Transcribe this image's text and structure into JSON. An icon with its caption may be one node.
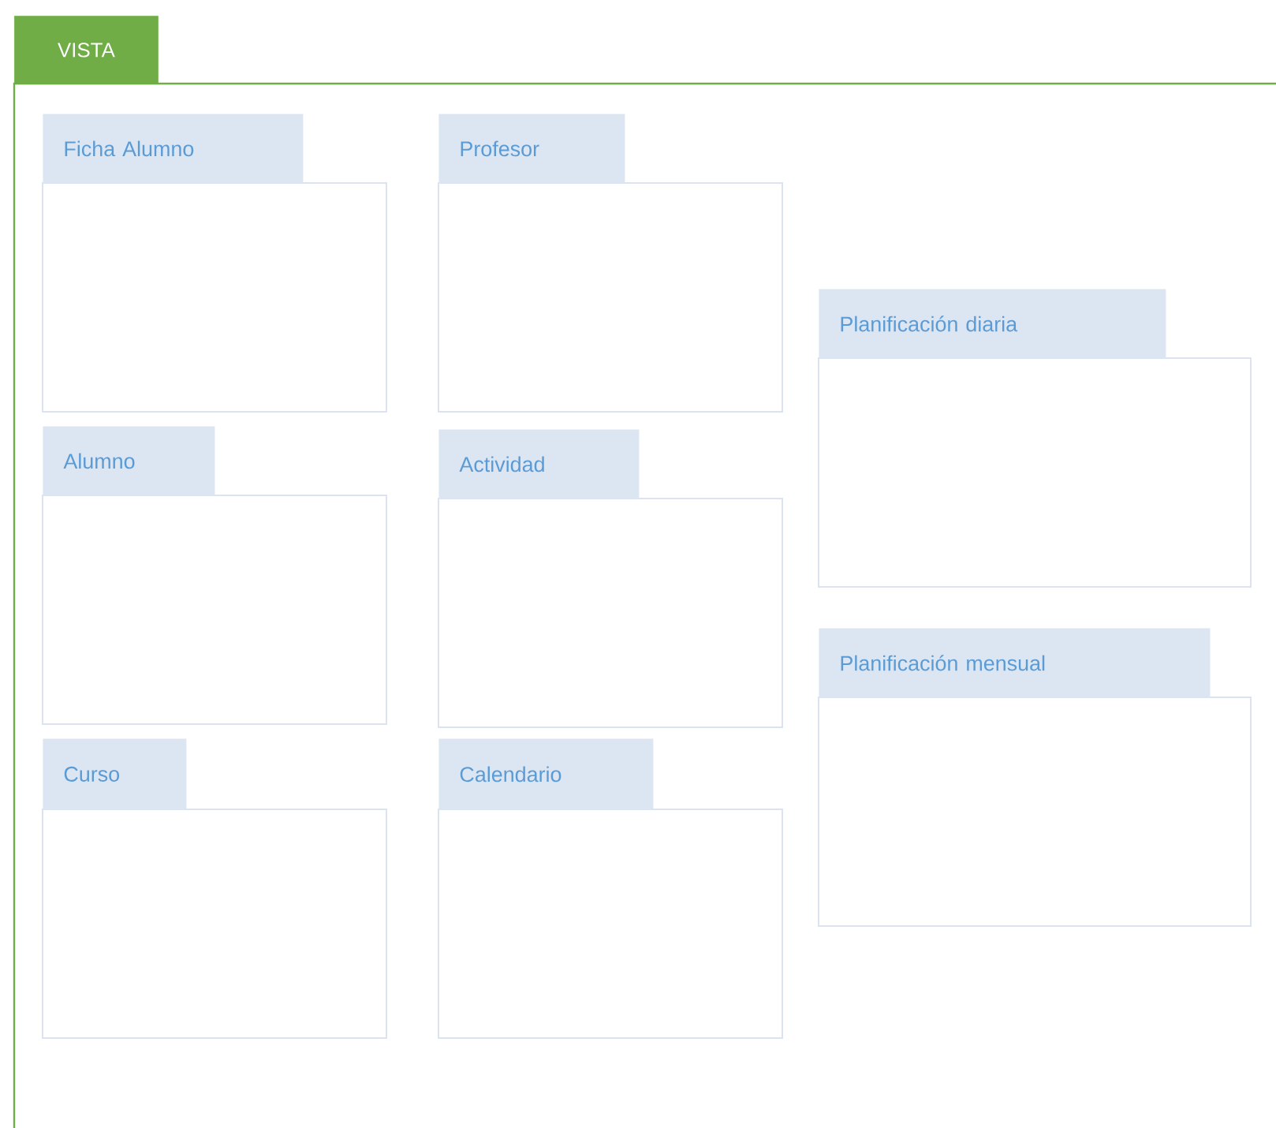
{
  "diagram": {
    "nodes": [
      {
        "text": [
          "VISTA"
        ]
      },
      {
        "text": [
          "Ficha Alumno"
        ],
        "in": 0
      },
      {
        "text": [
          "Profesor"
        ],
        "in": 0
      },
      {
        "text": [
          "Planificación diaria"
        ],
        "in": 0
      },
      {
        "text": [
          "Alumno"
        ],
        "in": 0
      },
      {
        "text": [
          "Actividad"
        ],
        "in": 0
      },
      {
        "text": [
          "Planificación mensual"
        ],
        "in": 0
      },
      {
        "text": [
          "Curso"
        ],
        "in": 0
      },
      {
        "text": [
          "Calendario"
        ],
        "in": 0
      }
    ]
  }
}
